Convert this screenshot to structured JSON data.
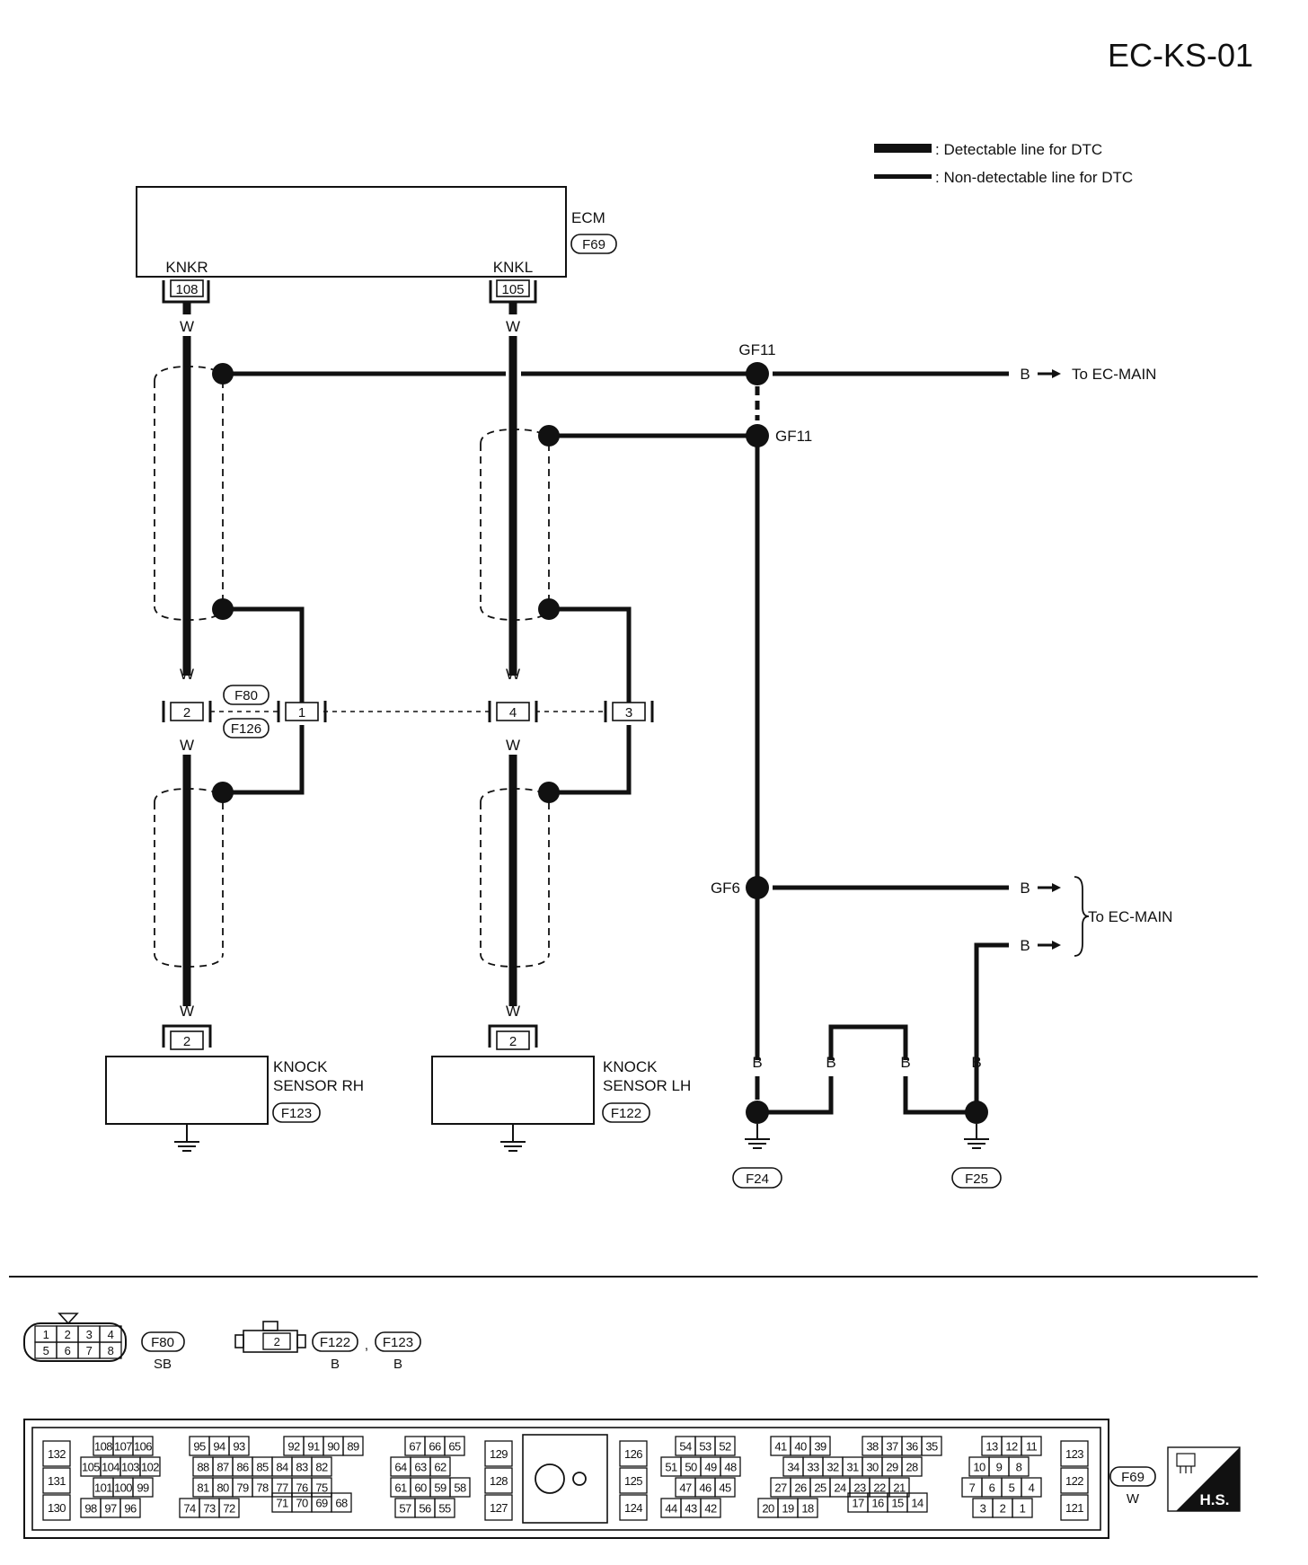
{
  "page": {
    "code": "EC-KS-01"
  },
  "legend": {
    "detectable": ": Detectable line for DTC",
    "non_detectable": ": Non-detectable line for DTC"
  },
  "ecm": {
    "name": "ECM",
    "connector": "F69",
    "term_r_label": "KNKR",
    "term_r_pin": "108",
    "term_l_label": "KNKL",
    "term_l_pin": "105"
  },
  "wire_color_w": "W",
  "wire_color_b": "B",
  "grounds": {
    "gf11": "GF11",
    "gf6": "GF6",
    "f24": "F24",
    "f25": "F25"
  },
  "to_ec_main": "To EC-MAIN",
  "joint_connector": {
    "f80": "F80",
    "f126": "F126",
    "pins": [
      "2",
      "1",
      "4",
      "3"
    ]
  },
  "sensor_rh": {
    "line1": "KNOCK",
    "line2": "SENSOR RH",
    "connector": "F123",
    "pin": "2"
  },
  "sensor_lh": {
    "line1": "KNOCK",
    "line2": "SENSOR LH",
    "connector": "F122",
    "pin": "2"
  },
  "connector_views": {
    "f80": {
      "id": "F80",
      "color": "SB",
      "top_row": [
        "1",
        "2",
        "3",
        "4"
      ],
      "bottom_row": [
        "5",
        "6",
        "7",
        "8"
      ]
    },
    "sensor": {
      "pin": "2",
      "ids": [
        "F122",
        "F123"
      ],
      "sep": ",",
      "colors": [
        "B",
        "B"
      ]
    },
    "f69": {
      "id": "F69",
      "color": "W",
      "badge": "H.S.",
      "blocks": [
        {
          "rows": [
            [
              "132"
            ],
            [
              "131"
            ],
            [
              "130"
            ]
          ]
        },
        {
          "rows": [
            [
              "108",
              "107",
              "106"
            ],
            [
              "105",
              "104",
              "103",
              "102"
            ],
            [
              "101",
              "100",
              "99"
            ],
            [
              "98",
              "97",
              "96"
            ]
          ]
        },
        {
          "rows": [
            [
              "95",
              "94",
              "93"
            ],
            [
              "88",
              "87",
              "86",
              "85",
              "84",
              "83",
              "82"
            ],
            [
              "81",
              "80",
              "79",
              "78",
              "77",
              "76",
              "75"
            ],
            [
              "74",
              "73",
              "72"
            ]
          ]
        },
        {
          "rows": [
            [
              "92",
              "91",
              "90",
              "89"
            ],
            [
              "71",
              "70",
              "69",
              "68"
            ]
          ]
        },
        {
          "rows": [
            [
              "67",
              "66",
              "65"
            ],
            [
              "64",
              "63",
              "62"
            ],
            [
              "61",
              "60",
              "59",
              "58"
            ],
            [
              "57",
              "56",
              "55"
            ]
          ]
        },
        {
          "rows": [
            [
              "129"
            ],
            [
              "128"
            ],
            [
              "127"
            ]
          ]
        },
        {
          "rows": [
            [
              "126"
            ],
            [
              "125"
            ],
            [
              "124"
            ]
          ]
        },
        {
          "rows": [
            [
              "54",
              "53",
              "52"
            ],
            [
              "51",
              "50",
              "49",
              "48"
            ],
            [
              "47",
              "46",
              "45"
            ],
            [
              "44",
              "43",
              "42"
            ]
          ]
        },
        {
          "rows": [
            [
              "41",
              "40",
              "39"
            ],
            [
              "34",
              "33",
              "32",
              "31",
              "30",
              "29",
              "28"
            ],
            [
              "27",
              "26",
              "25",
              "24",
              "23",
              "22",
              "21"
            ],
            [
              "20",
              "19",
              "18"
            ]
          ]
        },
        {
          "rows": [
            [
              "38",
              "37",
              "36",
              "35"
            ],
            [
              "17",
              "16",
              "15",
              "14"
            ]
          ]
        },
        {
          "rows": [
            [
              "13",
              "12",
              "11"
            ],
            [
              "10",
              "9",
              "8"
            ],
            [
              "7",
              "6",
              "5",
              "4"
            ],
            [
              "3",
              "2",
              "1"
            ]
          ]
        },
        {
          "rows": [
            [
              "123"
            ],
            [
              "122"
            ],
            [
              "121"
            ]
          ]
        }
      ]
    }
  }
}
